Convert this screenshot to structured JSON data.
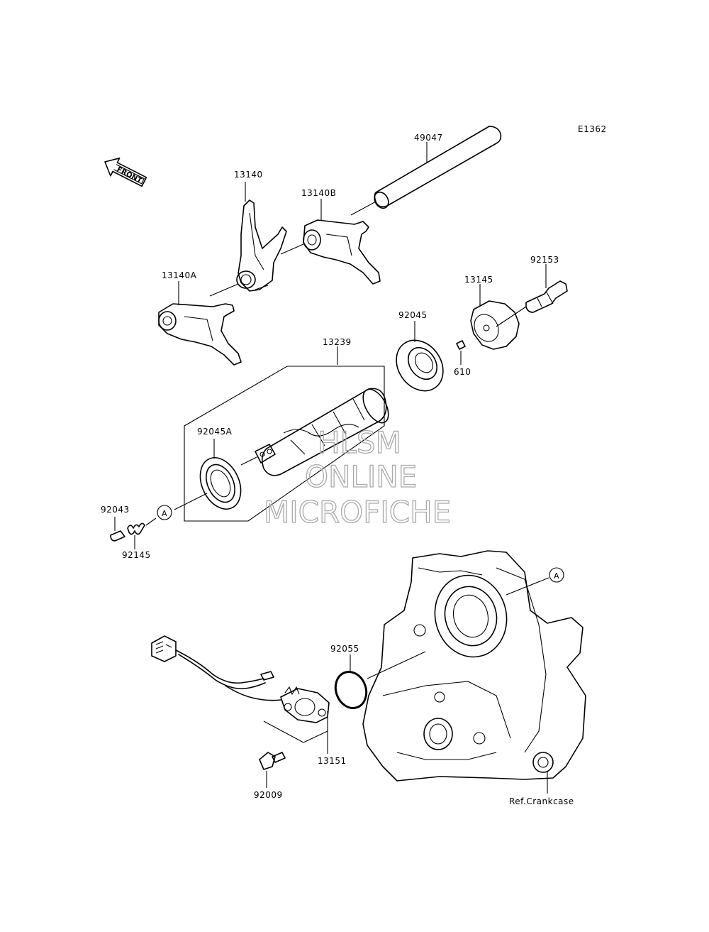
{
  "diagram_code": "E1362",
  "front_marker": "FRONT",
  "watermark": {
    "line1": "HLSM",
    "line2": "ONLINE",
    "line3": "MICROFICHE"
  },
  "callouts": {
    "shift_rod": "49047",
    "fork_13140": "13140",
    "fork_13140B": "13140B",
    "fork_13140A": "13140A",
    "drum_13239": "13239",
    "bearing_92045": "92045",
    "bearing_92045A": "92045A",
    "cam_13145": "13145",
    "bolt_92153": "92153",
    "pin_610": "610",
    "pin_92043": "92043",
    "spring_92145": "92145",
    "oring_92055": "92055",
    "sensor_13151": "13151",
    "bolt_92009": "92009",
    "ref_crankcase": "Ref.Crankcase",
    "ref_a_left": "A",
    "ref_a_right": "A"
  }
}
